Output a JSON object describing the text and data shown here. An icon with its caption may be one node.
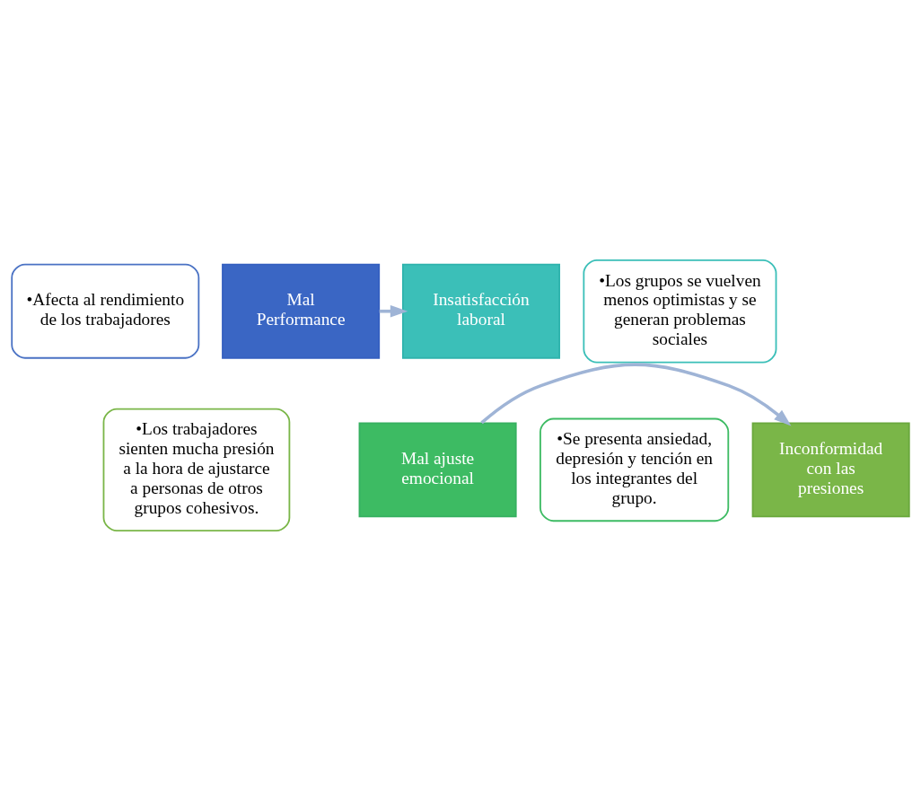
{
  "diagram": {
    "nodes": [
      {
        "text": [
          "•Afecta al rendimiento  de los trabajadores"
        ]
      },
      {
        "text": [
          "•Los grupos se vuelven menos optimistas y se generan problemas sociales"
        ]
      },
      {
        "text": [
          "Mal Performance"
        ]
      },
      {
        "text": [
          "Insatisfacción laboral"
        ]
      },
      {
        "text": [
          "•Los trabajadores sienten mucha presión a la hora de ajustarce a personas de otros grupos cohesivos."
        ]
      },
      {
        "text": [
          "Inconformidad con las presiones"
        ]
      },
      {
        "text": [
          "Mal ajuste emocional"
        ]
      },
      {
        "text": [
          "•Se presenta ansiedad, depresión y tención en los integrantes del grupo."
        ]
      }
    ],
    "edges": [
      {
        "from": 2,
        "to": 3,
        "arrow": "to"
      },
      {
        "from": 6,
        "to": 5,
        "arrow": "to"
      }
    ]
  }
}
